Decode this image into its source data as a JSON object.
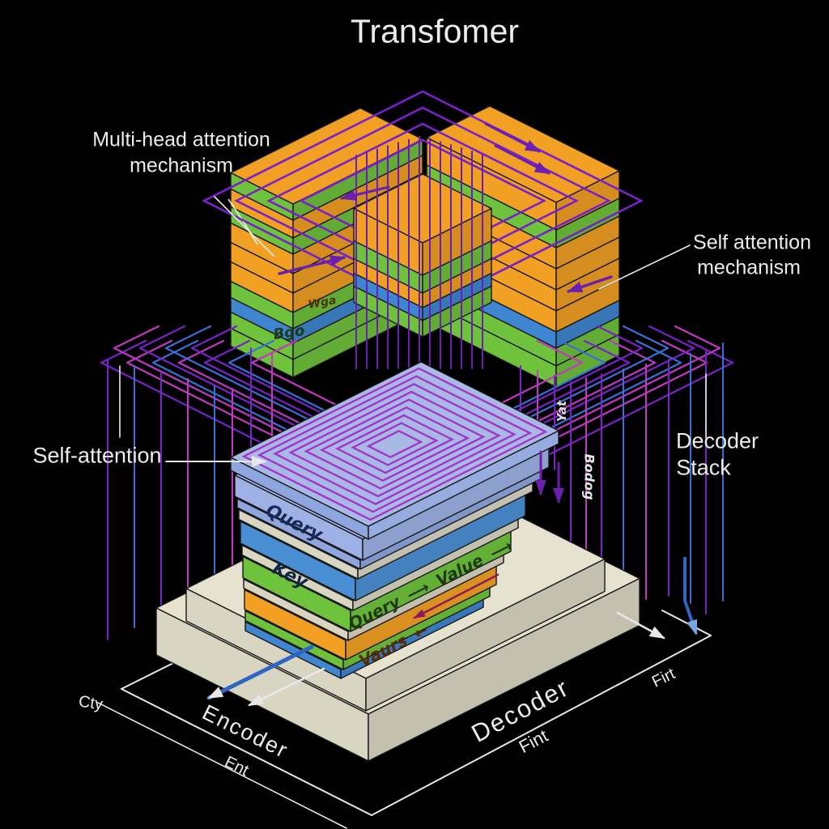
{
  "title": "Transfomer",
  "annotations": {
    "multi_head": {
      "line1": "Multi-head attention",
      "line2": "mechanism"
    },
    "self_attention_mechanism": {
      "line1": "Self attention",
      "line2": "mechanism"
    },
    "self_attention": "Self-attention",
    "decoder_stack": {
      "line1": "Decoder",
      "line2": "Stack"
    }
  },
  "axes": {
    "encoder": "Encoder",
    "encoder_sub": "Ent",
    "decoder": "Decoder",
    "decoder_sub": "Fint",
    "left_corner": "Cty",
    "right_corner": "Firt"
  },
  "layer_labels": {
    "query_top": "Query",
    "key": "Key",
    "query_mid": "Query",
    "value": "Value",
    "arrow_right": "⟶",
    "values_bottom": "Vaurs",
    "arrow_left": "←"
  },
  "scribbles": {
    "orange_face": "Wga",
    "green_face": "Bgo",
    "vertical_right_1": "Yat",
    "vertical_right_2": "Bodog"
  },
  "colors": {
    "background": "#000000",
    "layer_orange": "#f2a024",
    "layer_green": "#6fc23c",
    "layer_blue": "#3f86d0",
    "layer_periwinkle": "#9db1e4",
    "layer_beige": "#d9d5c3",
    "wire_purple": "#7a22c8",
    "wire_magenta": "#c238c2",
    "wire_blue": "#3a6fd8",
    "chevron_purple": "#a435c8",
    "label_white": "#ececec"
  }
}
